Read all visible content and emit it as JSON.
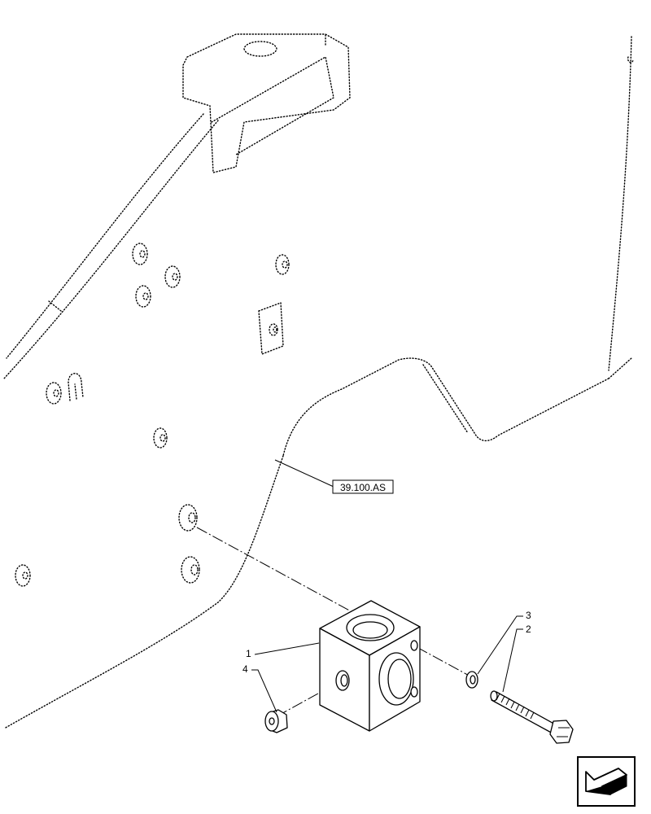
{
  "reference": {
    "label": "39.100.AS"
  },
  "callouts": [
    {
      "id": "1",
      "part": "valve-block"
    },
    {
      "id": "2",
      "part": "bolt"
    },
    {
      "id": "3",
      "part": "washer"
    },
    {
      "id": "4",
      "part": "plug"
    }
  ],
  "nav_icon": "exit-arrow-icon"
}
